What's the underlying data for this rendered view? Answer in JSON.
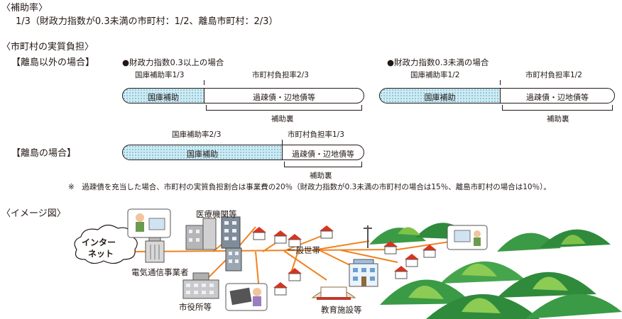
{
  "subsidy": {
    "heading": "〈補助率〉",
    "rate_line": "1/3（財政力指数が0.3未満の市町村：1/2、離島市町村：2/3）"
  },
  "burden": {
    "heading": "〈市町村の実質負担〉",
    "non_island_label": "【離島以外の場合】",
    "island_label": "【離島の場合】",
    "case_high": {
      "title": "●財政力指数0.3以上の場合",
      "national_rate": "国庫補助率1/3",
      "municipal_rate": "市町村負担率2/3",
      "national_box": "国庫補助",
      "municipal_box": "過疎債・辺地債等",
      "backing": "補助裏"
    },
    "case_low": {
      "title": "●財政力指数0.3未満の場合",
      "national_rate": "国庫補助率1/2",
      "municipal_rate": "市町村負担率1/2",
      "national_box": "国庫補助",
      "municipal_box": "過疎債・辺地債等",
      "backing": "補助裏"
    },
    "case_island": {
      "national_rate": "国庫補助率2/3",
      "municipal_rate": "市町村負担率1/3",
      "national_box": "国庫補助",
      "municipal_box": "過疎債・辺地債等",
      "backing": "補助裏"
    },
    "note": "※　過疎債を充当した場合、市町村の実質負担割合は事業費の20％（財政力指数が0.3未満の市町村の場合は15％、離島市町村の場合は10％）。"
  },
  "image": {
    "heading": "〈イメージ図〉",
    "internet_line1": "インター",
    "internet_line2": "ネット",
    "telecom": "電気通信事業者",
    "medical": "医療機関等",
    "households": "一般世帯",
    "city_hall": "市役所等",
    "education": "教育施設等"
  },
  "colors": {
    "fiber": "#f0821e",
    "subsidy_fill": "#cfecf4",
    "hill_dark": "#2f8a3c",
    "hill_light": "#7fc24a",
    "roof": "#d9341f"
  }
}
